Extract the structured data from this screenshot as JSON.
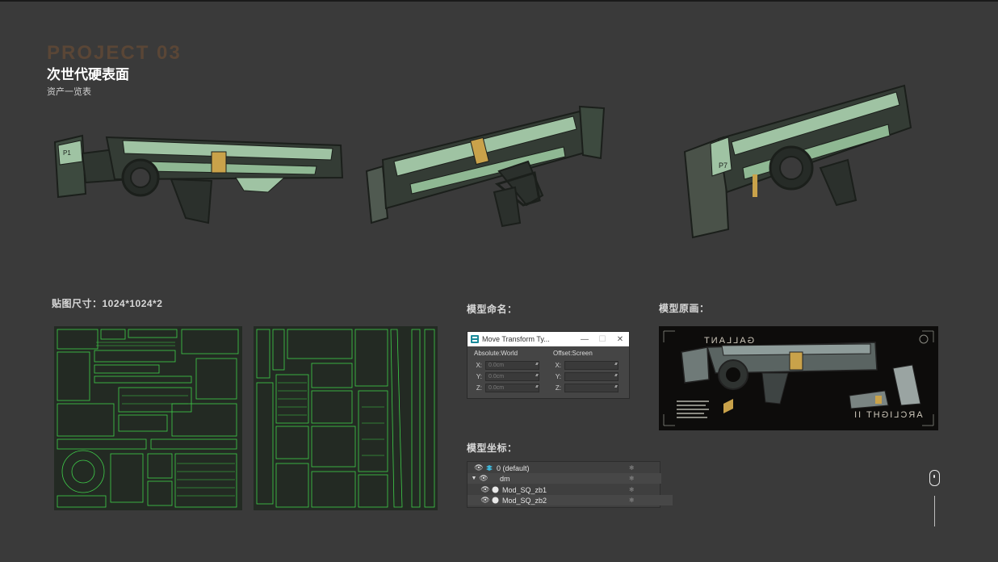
{
  "header": {
    "project": "PROJECT 03",
    "title": "次世代硬表面",
    "subtitle": "资产一览表"
  },
  "sections": {
    "texture_size": "贴图尺寸：1024*1024*2",
    "model_naming": "模型命名：",
    "concept_art": "模型原画：",
    "model_coords": "模型坐标："
  },
  "dialog": {
    "title": "Move Transform Ty...",
    "minimize": "—",
    "maximize": "☐",
    "close": "✕",
    "left_group": "Absolute:World",
    "right_group": "Offset:Screen",
    "absolute": [
      {
        "label": "X:",
        "value": "0.0cm"
      },
      {
        "label": "Y:",
        "value": "0.0cm"
      },
      {
        "label": "Z:",
        "value": "0.0cm"
      }
    ],
    "offset": [
      {
        "label": "X:",
        "value": ""
      },
      {
        "label": "Y:",
        "value": ""
      },
      {
        "label": "Z:",
        "value": ""
      }
    ]
  },
  "layers": [
    {
      "name": "0 (default)"
    },
    {
      "name": "dm"
    },
    {
      "name": "Mod_SQ_zb1"
    },
    {
      "name": "Mod_SQ_zb2"
    }
  ],
  "concept": {
    "brand_top": "GALLANT",
    "brand_bottom": "ARCLIGHT II"
  },
  "gun_marks": [
    "P1",
    "P7"
  ],
  "colors": {
    "background": "#3a3a3a",
    "accent_green": "#9fc3a3",
    "brass": "#c9a24a",
    "project_label": "#5a4636",
    "uv_green": "#3fcf4a"
  },
  "icons": [
    "eye-icon",
    "layer-stack-icon",
    "snowflake-icon",
    "mouse-scroll-icon"
  ]
}
